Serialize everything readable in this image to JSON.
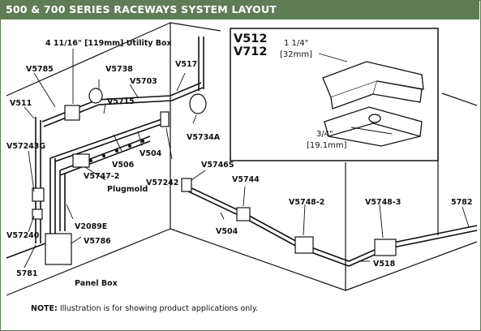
{
  "header": {
    "title": "500 & 700 SERIES RACEWAYS SYSTEM LAYOUT"
  },
  "labels": {
    "utility_box": "4 11/16\" [119mm] Utility Box",
    "v5785": "V5785",
    "v511": "V511",
    "v57243g": "V57243G",
    "v57240": "V57240",
    "v5781": "5781",
    "panel_box": "Panel Box",
    "v5786": "V5786",
    "v2089e": "V2089E",
    "plugmold": "Plugmold",
    "v5747_2": "V5747-2",
    "v506": "V506",
    "v504_upper": "V504",
    "v57242": "V57242",
    "v5738": "V5738",
    "v5715": "V5715",
    "v5703": "V5703",
    "v517": "V517",
    "v5734a": "V5734A",
    "v5746s": "V5746S",
    "v5744": "V5744",
    "v504_lower": "V504",
    "v5748_2": "V5748-2",
    "v5748_3": "V5748-3",
    "v5782": "5782",
    "v518": "V518"
  },
  "inset": {
    "title_line1": "V512",
    "title_line2": "V712",
    "dim_top_1": "1 1/4\"",
    "dim_top_2": "[32mm]",
    "dim_bottom_1": "3/4\"",
    "dim_bottom_2": "[19.1mm]"
  },
  "note": {
    "prefix": "NOTE:",
    "text": " Illustration is for showing product applications only."
  },
  "colors": {
    "header_bg": "#5e7d55",
    "header_text": "#ffffff",
    "line": "#111111"
  }
}
